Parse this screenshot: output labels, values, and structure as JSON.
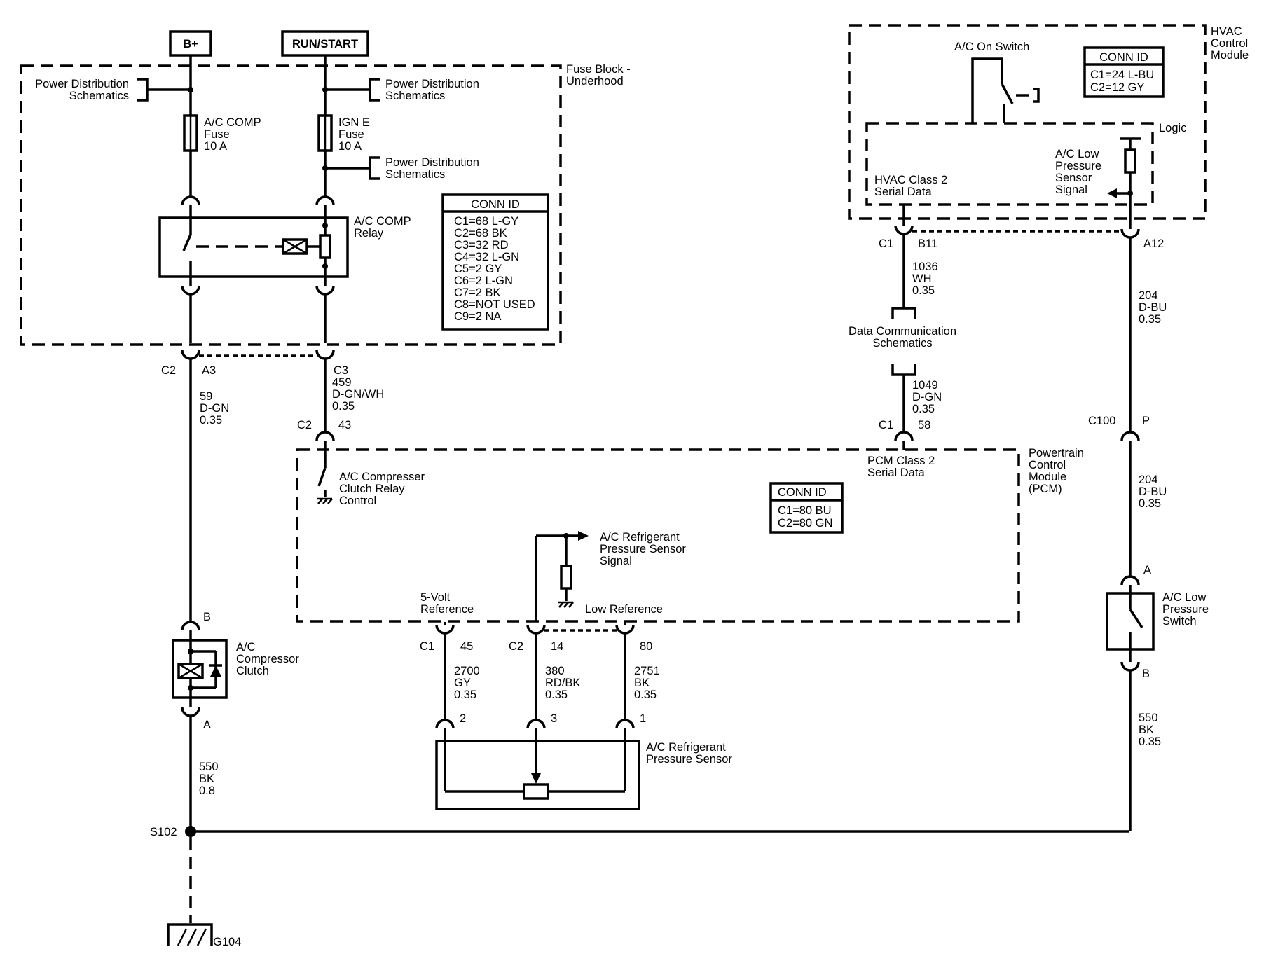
{
  "supplies": {
    "b_plus": "B+",
    "run_start": "RUN/START"
  },
  "fuse_block": {
    "title_line1": "Fuse Block -",
    "title_line2": "Underhood",
    "power_dist_line1": "Power Distribution",
    "power_dist_line2": "Schematics",
    "ac_comp_fuse": [
      "A/C COMP",
      "Fuse",
      "10 A"
    ],
    "ign_e_fuse": [
      "IGN E",
      "Fuse",
      "10 A"
    ],
    "relay_label": [
      "A/C COMP",
      "Relay"
    ],
    "conn_id_title": "CONN ID",
    "conn_id_items": [
      "C1=68 L-GY",
      "C2=68 BK",
      "C3=32 RD",
      "C4=32 L-GN",
      "C5=2 GY",
      "C6=2 L-GN",
      "C7=2 BK",
      "C8=NOT USED",
      "C9=2 NA"
    ]
  },
  "hvac": {
    "title": [
      "HVAC",
      "Control",
      "Module"
    ],
    "ac_on_switch": "A/C On Switch",
    "conn_id_title": "CONN ID",
    "conn_id_items": [
      "C1=24 L-BU",
      "C2=12 GY"
    ],
    "logic": "Logic",
    "class2": [
      "HVAC Class 2",
      "Serial Data"
    ],
    "low_pressure_signal": [
      "A/C Low",
      "Pressure",
      "Sensor",
      "Signal"
    ]
  },
  "pcm": {
    "title": [
      "Powertrain",
      "Control",
      "Module",
      "(PCM)"
    ],
    "class2": [
      "PCM Class 2",
      "Serial Data"
    ],
    "relay_control": [
      "A/C Compresser",
      "Clutch Relay",
      "Control"
    ],
    "conn_id_title": "CONN ID",
    "conn_id_items": [
      "C1=80 BU",
      "C2=80 GN"
    ],
    "sensor_signal": [
      "A/C Refrigerant",
      "Pressure Sensor",
      "Signal"
    ],
    "five_volt": [
      "5-Volt",
      "Reference"
    ],
    "low_ref": "Low Reference"
  },
  "connectors": {
    "c2": "C2",
    "a3": "A3",
    "c3": "C3",
    "c1": "C1",
    "b11": "B11",
    "a12": "A12",
    "c2b": "C2",
    "p43": "43",
    "c1b": "C1",
    "p58": "58",
    "c100": "C100",
    "p": "P",
    "c1c": "C1",
    "p45": "45",
    "c2c": "C2",
    "p14": "14",
    "p80": "80",
    "pin2": "2",
    "pin3": "3",
    "pin1": "1",
    "clutch_b": "B",
    "clutch_a": "A",
    "switch_a": "A",
    "switch_b": "B"
  },
  "wires": {
    "w59": [
      "59",
      "D-GN",
      "0.35"
    ],
    "w459": [
      "459",
      "D-GN/WH",
      "0.35"
    ],
    "w1036": [
      "1036",
      "WH",
      "0.35"
    ],
    "w204a": [
      "204",
      "D-BU",
      "0.35"
    ],
    "w1049": [
      "1049",
      "D-GN",
      "0.35"
    ],
    "w204b": [
      "204",
      "D-BU",
      "0.35"
    ],
    "w2700": [
      "2700",
      "GY",
      "0.35"
    ],
    "w380": [
      "380",
      "RD/BK",
      "0.35"
    ],
    "w2751": [
      "2751",
      "BK",
      "0.35"
    ],
    "w550a": [
      "550",
      "BK",
      "0.8"
    ],
    "w550b": [
      "550",
      "BK",
      "0.35"
    ]
  },
  "components": {
    "data_comm": [
      "Data Communication",
      "Schematics"
    ],
    "compressor_clutch": [
      "A/C",
      "Compressor",
      "Clutch"
    ],
    "low_pressure_switch": [
      "A/C Low",
      "Pressure",
      "Switch"
    ],
    "pressure_sensor": [
      "A/C Refrigerant",
      "Pressure Sensor"
    ],
    "splice": "S102",
    "ground": "G104"
  }
}
